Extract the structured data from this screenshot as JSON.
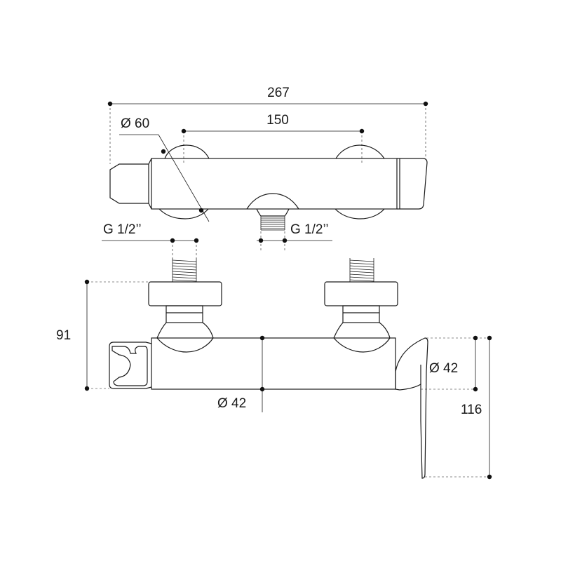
{
  "dimensions": {
    "total_width": "267",
    "inlet_spacing": "150",
    "eccentric_diameter": "Ø 60",
    "inlet_thread": "G 1/2’’",
    "outlet_thread": "G 1/2’’",
    "front_height": "91",
    "body_diameter": "Ø 42",
    "handle_diameter": "Ø 42",
    "handle_height": "116"
  }
}
